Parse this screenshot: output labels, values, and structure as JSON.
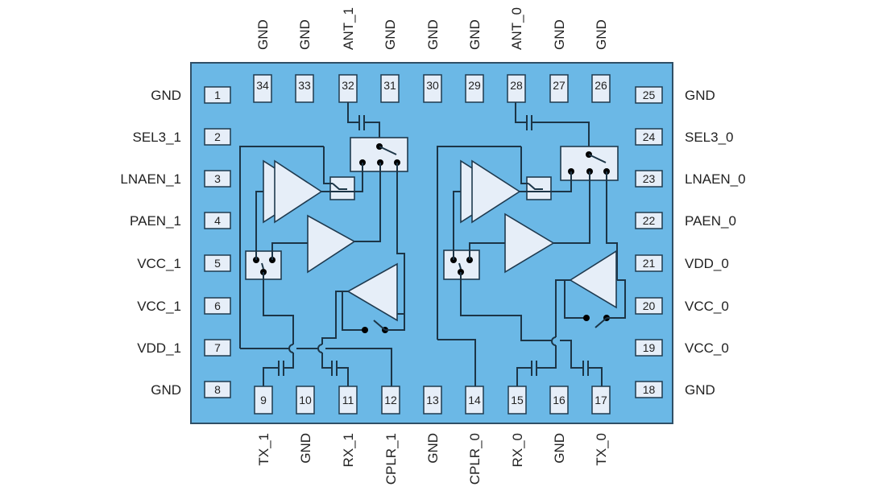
{
  "diagram": {
    "title": "",
    "package_color": "#6bb8e6",
    "pad_color": "#e6eef8",
    "pins": {
      "left": [
        {
          "num": "1",
          "label": "GND"
        },
        {
          "num": "2",
          "label": "SEL3_1"
        },
        {
          "num": "3",
          "label": "LNAEN_1"
        },
        {
          "num": "4",
          "label": "PAEN_1"
        },
        {
          "num": "5",
          "label": "VCC_1"
        },
        {
          "num": "6",
          "label": "VCC_1"
        },
        {
          "num": "7",
          "label": "VDD_1"
        },
        {
          "num": "8",
          "label": "GND"
        }
      ],
      "bottom": [
        {
          "num": "9",
          "label": "TX_1"
        },
        {
          "num": "10",
          "label": "GND"
        },
        {
          "num": "11",
          "label": "RX_1"
        },
        {
          "num": "12",
          "label": "CPLR_1"
        },
        {
          "num": "13",
          "label": "GND"
        },
        {
          "num": "14",
          "label": "CPLR_0"
        },
        {
          "num": "15",
          "label": "RX_0"
        },
        {
          "num": "16",
          "label": "GND"
        },
        {
          "num": "17",
          "label": "TX_0"
        }
      ],
      "right": [
        {
          "num": "25",
          "label": "GND"
        },
        {
          "num": "24",
          "label": "SEL3_0"
        },
        {
          "num": "23",
          "label": "LNAEN_0"
        },
        {
          "num": "22",
          "label": "PAEN_0"
        },
        {
          "num": "21",
          "label": "VDD_0"
        },
        {
          "num": "20",
          "label": "VCC_0"
        },
        {
          "num": "19",
          "label": "VCC_0"
        },
        {
          "num": "18",
          "label": "GND"
        }
      ],
      "top": [
        {
          "num": "34",
          "label": "GND"
        },
        {
          "num": "33",
          "label": "GND"
        },
        {
          "num": "32",
          "label": "ANT_1"
        },
        {
          "num": "31",
          "label": "GND"
        },
        {
          "num": "30",
          "label": "GND"
        },
        {
          "num": "29",
          "label": "GND"
        },
        {
          "num": "28",
          "label": "ANT_0"
        },
        {
          "num": "27",
          "label": "GND"
        },
        {
          "num": "26",
          "label": "GND"
        }
      ]
    },
    "blocks": [
      "lna-amplifier",
      "pa-amplifier",
      "coupler-amplifier",
      "antenna-switch",
      "tx-rx-switch",
      "filter",
      "dc-block-capacitor"
    ],
    "channels": [
      "1",
      "0"
    ]
  }
}
